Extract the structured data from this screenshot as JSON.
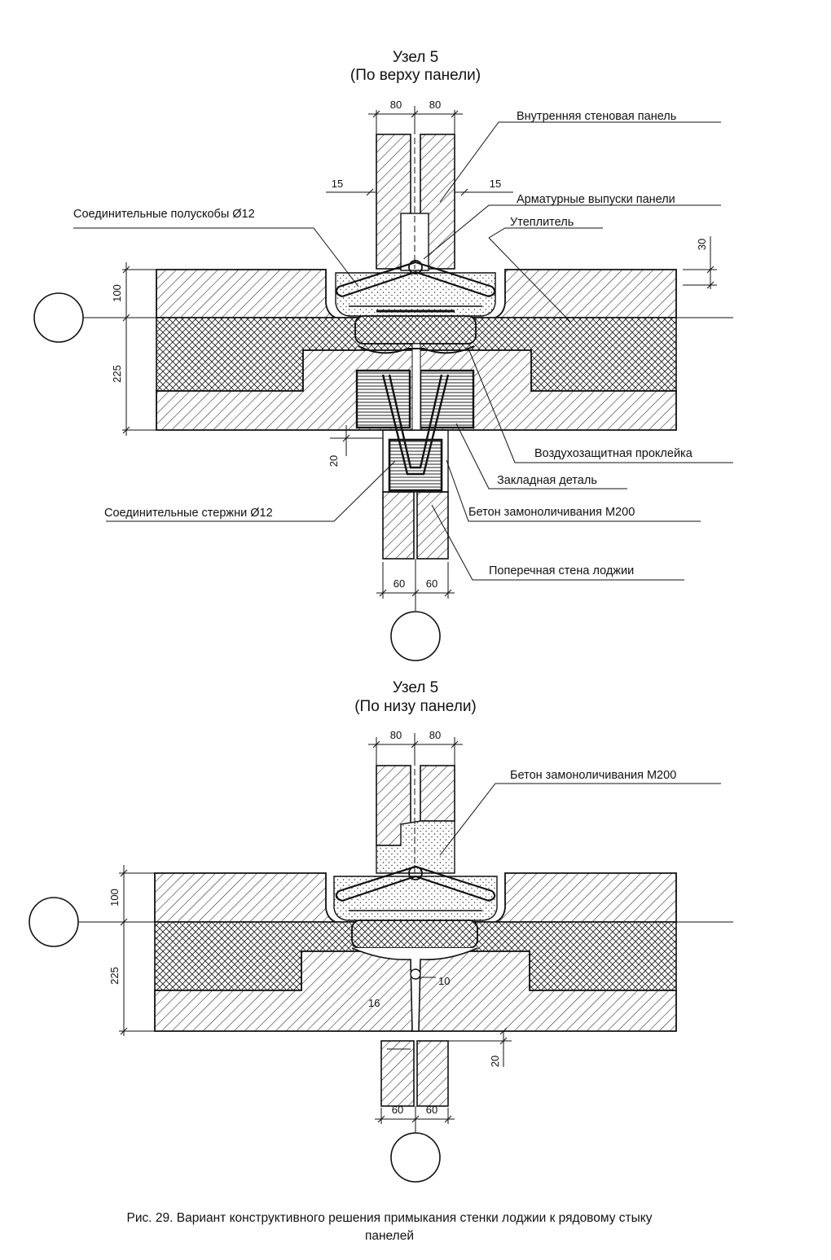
{
  "top": {
    "title": "Узел 5",
    "subtitle": "(По верху панели)",
    "labels": {
      "inner_panel": "Внутренняя стеновая панель",
      "rebar_outlets": "Арматурные выпуски панели",
      "insulation": "Утеплитель",
      "half_brackets": "Соединительные полускобы Ø12",
      "air_seal": "Воздухозащитная проклейка",
      "embedded_part": "Закладная деталь",
      "rods": "Соединительные стержни Ø12",
      "concrete": "Бетон замоноличивания М200",
      "loggia_wall": "Поперечная стена лоджии"
    },
    "dims": {
      "panel_left": "80",
      "panel_right": "80",
      "gap_left": "15",
      "gap_right": "15",
      "d30": "30",
      "d100": "100",
      "d225": "225",
      "d20": "20",
      "wall_left": "60",
      "wall_right": "60"
    }
  },
  "bottom": {
    "title": "Узел 5",
    "subtitle": "(По низу панели)",
    "labels": {
      "concrete": "Бетон замоноличивания М200"
    },
    "dims": {
      "panel_left": "80",
      "panel_right": "80",
      "d100": "100",
      "d225": "225",
      "d10": "10",
      "d16": "16",
      "d20": "20",
      "wall_left": "60",
      "wall_right": "60"
    }
  },
  "caption": {
    "line1": "Рис. 29.  Вариант конструктивного решения примыкания стенки лоджии к рядовому стыку",
    "line2": "панелей"
  }
}
